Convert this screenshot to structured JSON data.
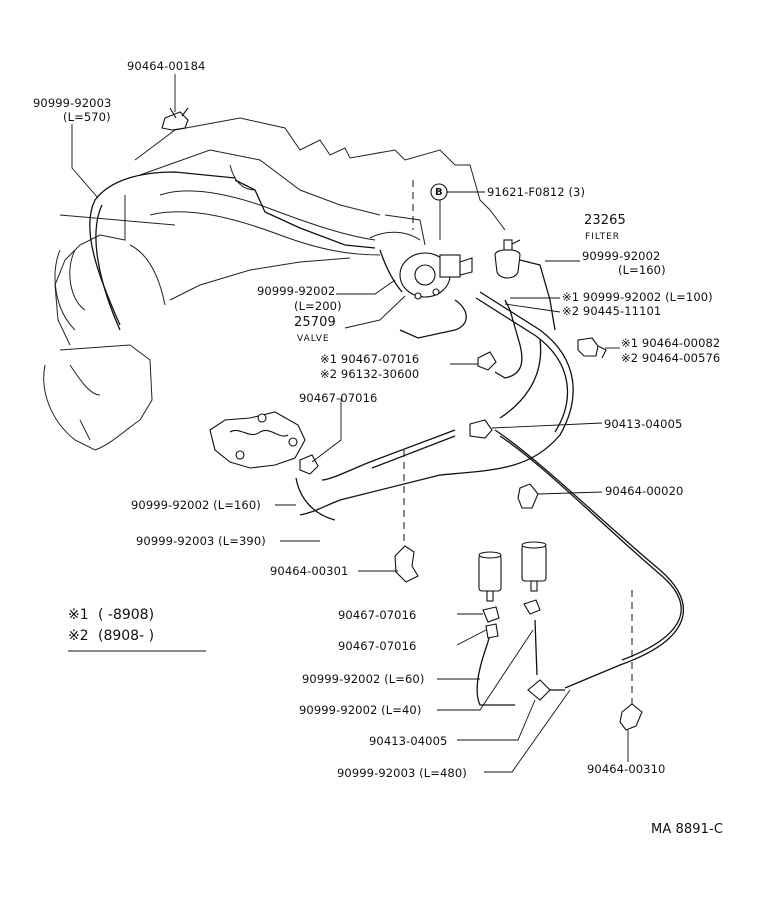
{
  "labels": {
    "clamp_top": "90464-00184",
    "hose_570_a": "90999-92003",
    "hose_570_b": "(L=570)",
    "b_marker": "B",
    "bracket_b": "91621-F0812 (3)",
    "filter_no": "23265",
    "filter_name": "FILTER",
    "hose_160_top_a": "90999-92002",
    "hose_160_top_b": "(L=160)",
    "hose_200_a": "90999-92002",
    "hose_200_b": "(L=200)",
    "valve_no": "25709",
    "valve_name": "VALVE",
    "hose_100": "※1 90999-92002 (L=100)",
    "hose_alt_100": "※2 90445-11101",
    "clip_1": "※1 90464-00082",
    "clip_2": "※2 90464-00576",
    "clamp_1": "※1 90467-07016",
    "clamp_2": "※2 96132-30600",
    "clamp_90467_a": "90467-07016",
    "union_upper": "90413-04005",
    "clamp_00020": "90464-00020",
    "hose_160_mid": "90999-92002 (L=160)",
    "hose_390": "90999-92003 (L=390)",
    "clamp_00301": "90464-00301",
    "clamp_90467_b": "90467-07016",
    "clamp_90467_c": "90467-07016",
    "hose_60": "90999-92002 (L=60)",
    "hose_40": "90999-92002 (L=40)",
    "union_lower": "90413-04005",
    "hose_480": "90999-92003 (L=480)",
    "clamp_00310": "90464-00310",
    "code": "MA  8891-C"
  },
  "legend": {
    "row1_mark": "※1",
    "row1_range": "(      -8908)",
    "row2_mark": "※2",
    "row2_range": "(8908-       )"
  }
}
